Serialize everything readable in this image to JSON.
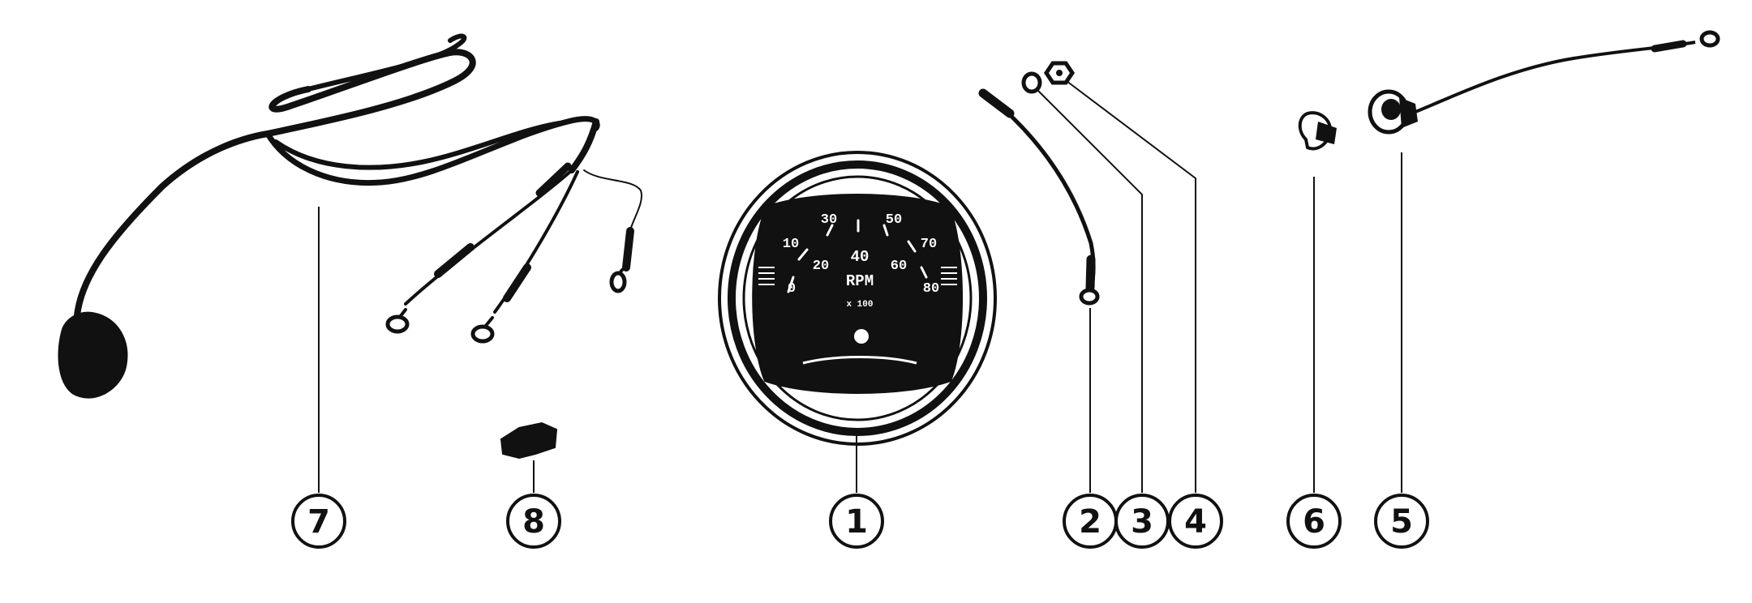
{
  "diagram": {
    "colors": {
      "ink": "#111111",
      "background": "#ffffff",
      "dial_text": "#ffffff"
    },
    "tachometer": {
      "scale_labels": [
        "0",
        "10",
        "20",
        "30",
        "40",
        "50",
        "60",
        "70",
        "80"
      ],
      "unit": "RPM",
      "multiplier": "x 100"
    },
    "parts": [
      {
        "number": "1",
        "part": "tachometer"
      },
      {
        "number": "2",
        "part": "ground-lead"
      },
      {
        "number": "3",
        "part": "lock-washer"
      },
      {
        "number": "4",
        "part": "nut"
      },
      {
        "number": "5",
        "part": "lamp-socket-with-lead"
      },
      {
        "number": "6",
        "part": "lamp-bulb"
      },
      {
        "number": "7",
        "part": "wiring-harness"
      },
      {
        "number": "8",
        "part": "connector-clip"
      }
    ]
  }
}
